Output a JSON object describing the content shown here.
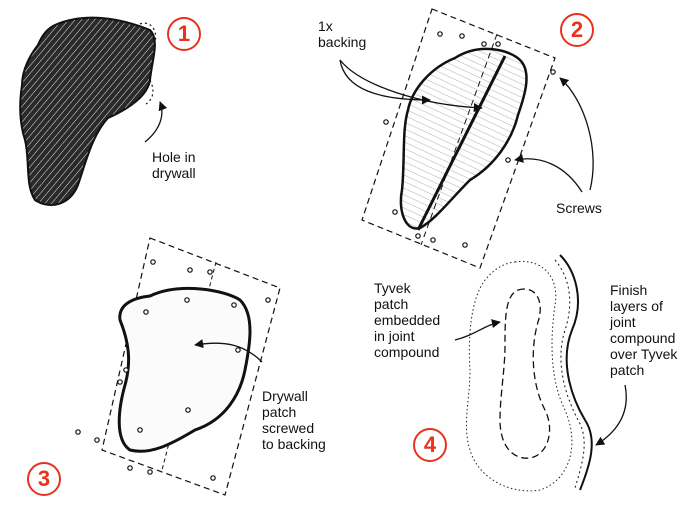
{
  "steps": [
    {
      "number": "1",
      "caption": "Hole in\ndrywall"
    },
    {
      "number": "2",
      "caption_backing": "1x\nbacking",
      "caption_screws": "Screws"
    },
    {
      "number": "3",
      "caption": "Drywall\npatch\nscrewed\nto backing"
    },
    {
      "number": "4",
      "caption_tyvek": "Tyvek\npatch\nembedded\nin joint\ncompound",
      "caption_finish": "Finish\nlayers of\njoint\ncompound\nover Tyvek\npatch"
    }
  ],
  "colors": {
    "accent": "#e8321e",
    "ink": "#111111",
    "background": "#ffffff"
  }
}
